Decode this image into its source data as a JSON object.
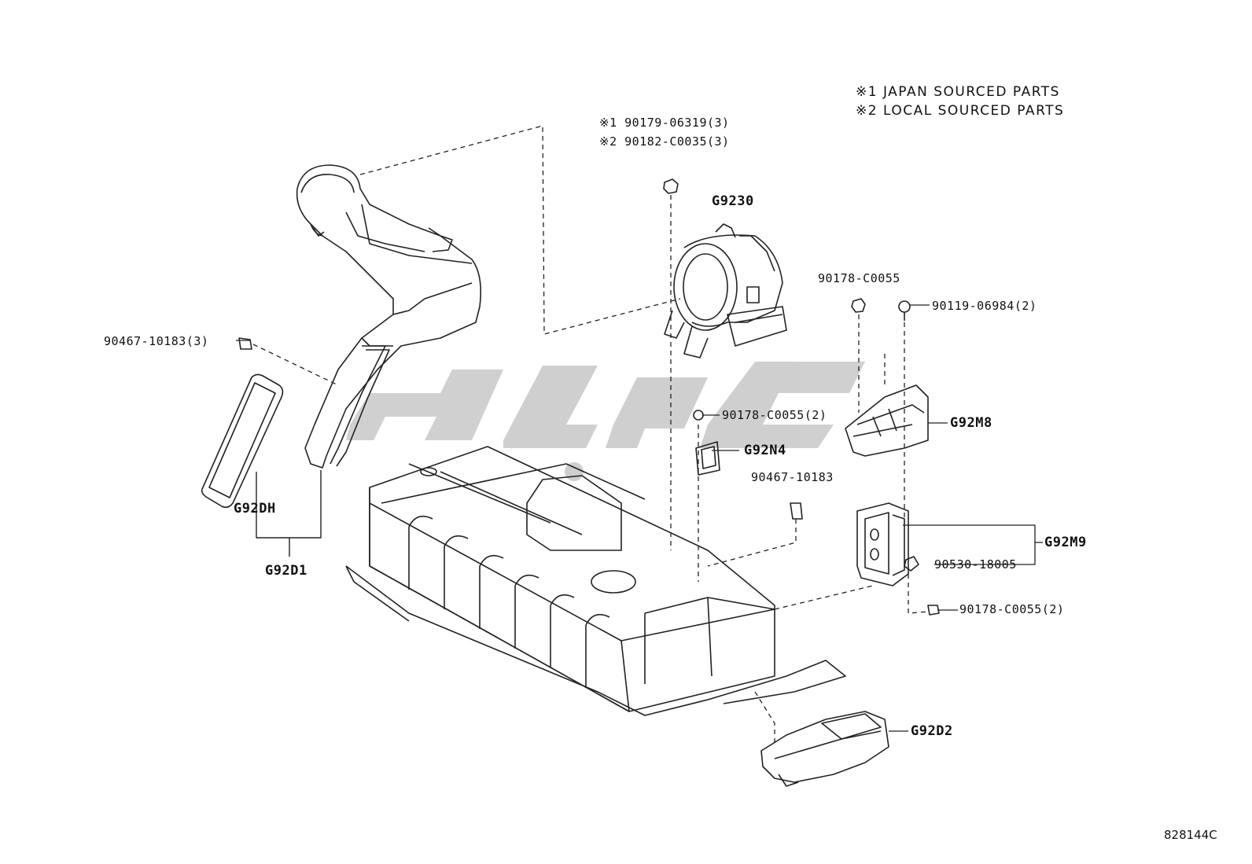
{
  "notes": [
    "※1 JAPAN SOURCED PARTS",
    "※2 LOCAL SOURCED PARTS"
  ],
  "labels": {
    "bolt_japan": "※1 90179-06319(3)",
    "bolt_local": "※2 90182-C0035(3)",
    "g9230": "G9230",
    "nut_top": "90178-C0055",
    "bolt_right": "90119-06984(2)",
    "clip_left": "90467-10183(3)",
    "nut_n4": "90178-C0055(2)",
    "g92m8": "G92M8",
    "g92n4": "G92N4",
    "clip_mid": "90467-10183",
    "g92dh": "G92DH",
    "g92m9": "G92M9",
    "clip_m9": "90530-18005",
    "g92d1": "G92D1",
    "nut_bottom": "90178-C0055(2)",
    "g92d2": "G92D2",
    "diagram_ref": "828144C"
  }
}
